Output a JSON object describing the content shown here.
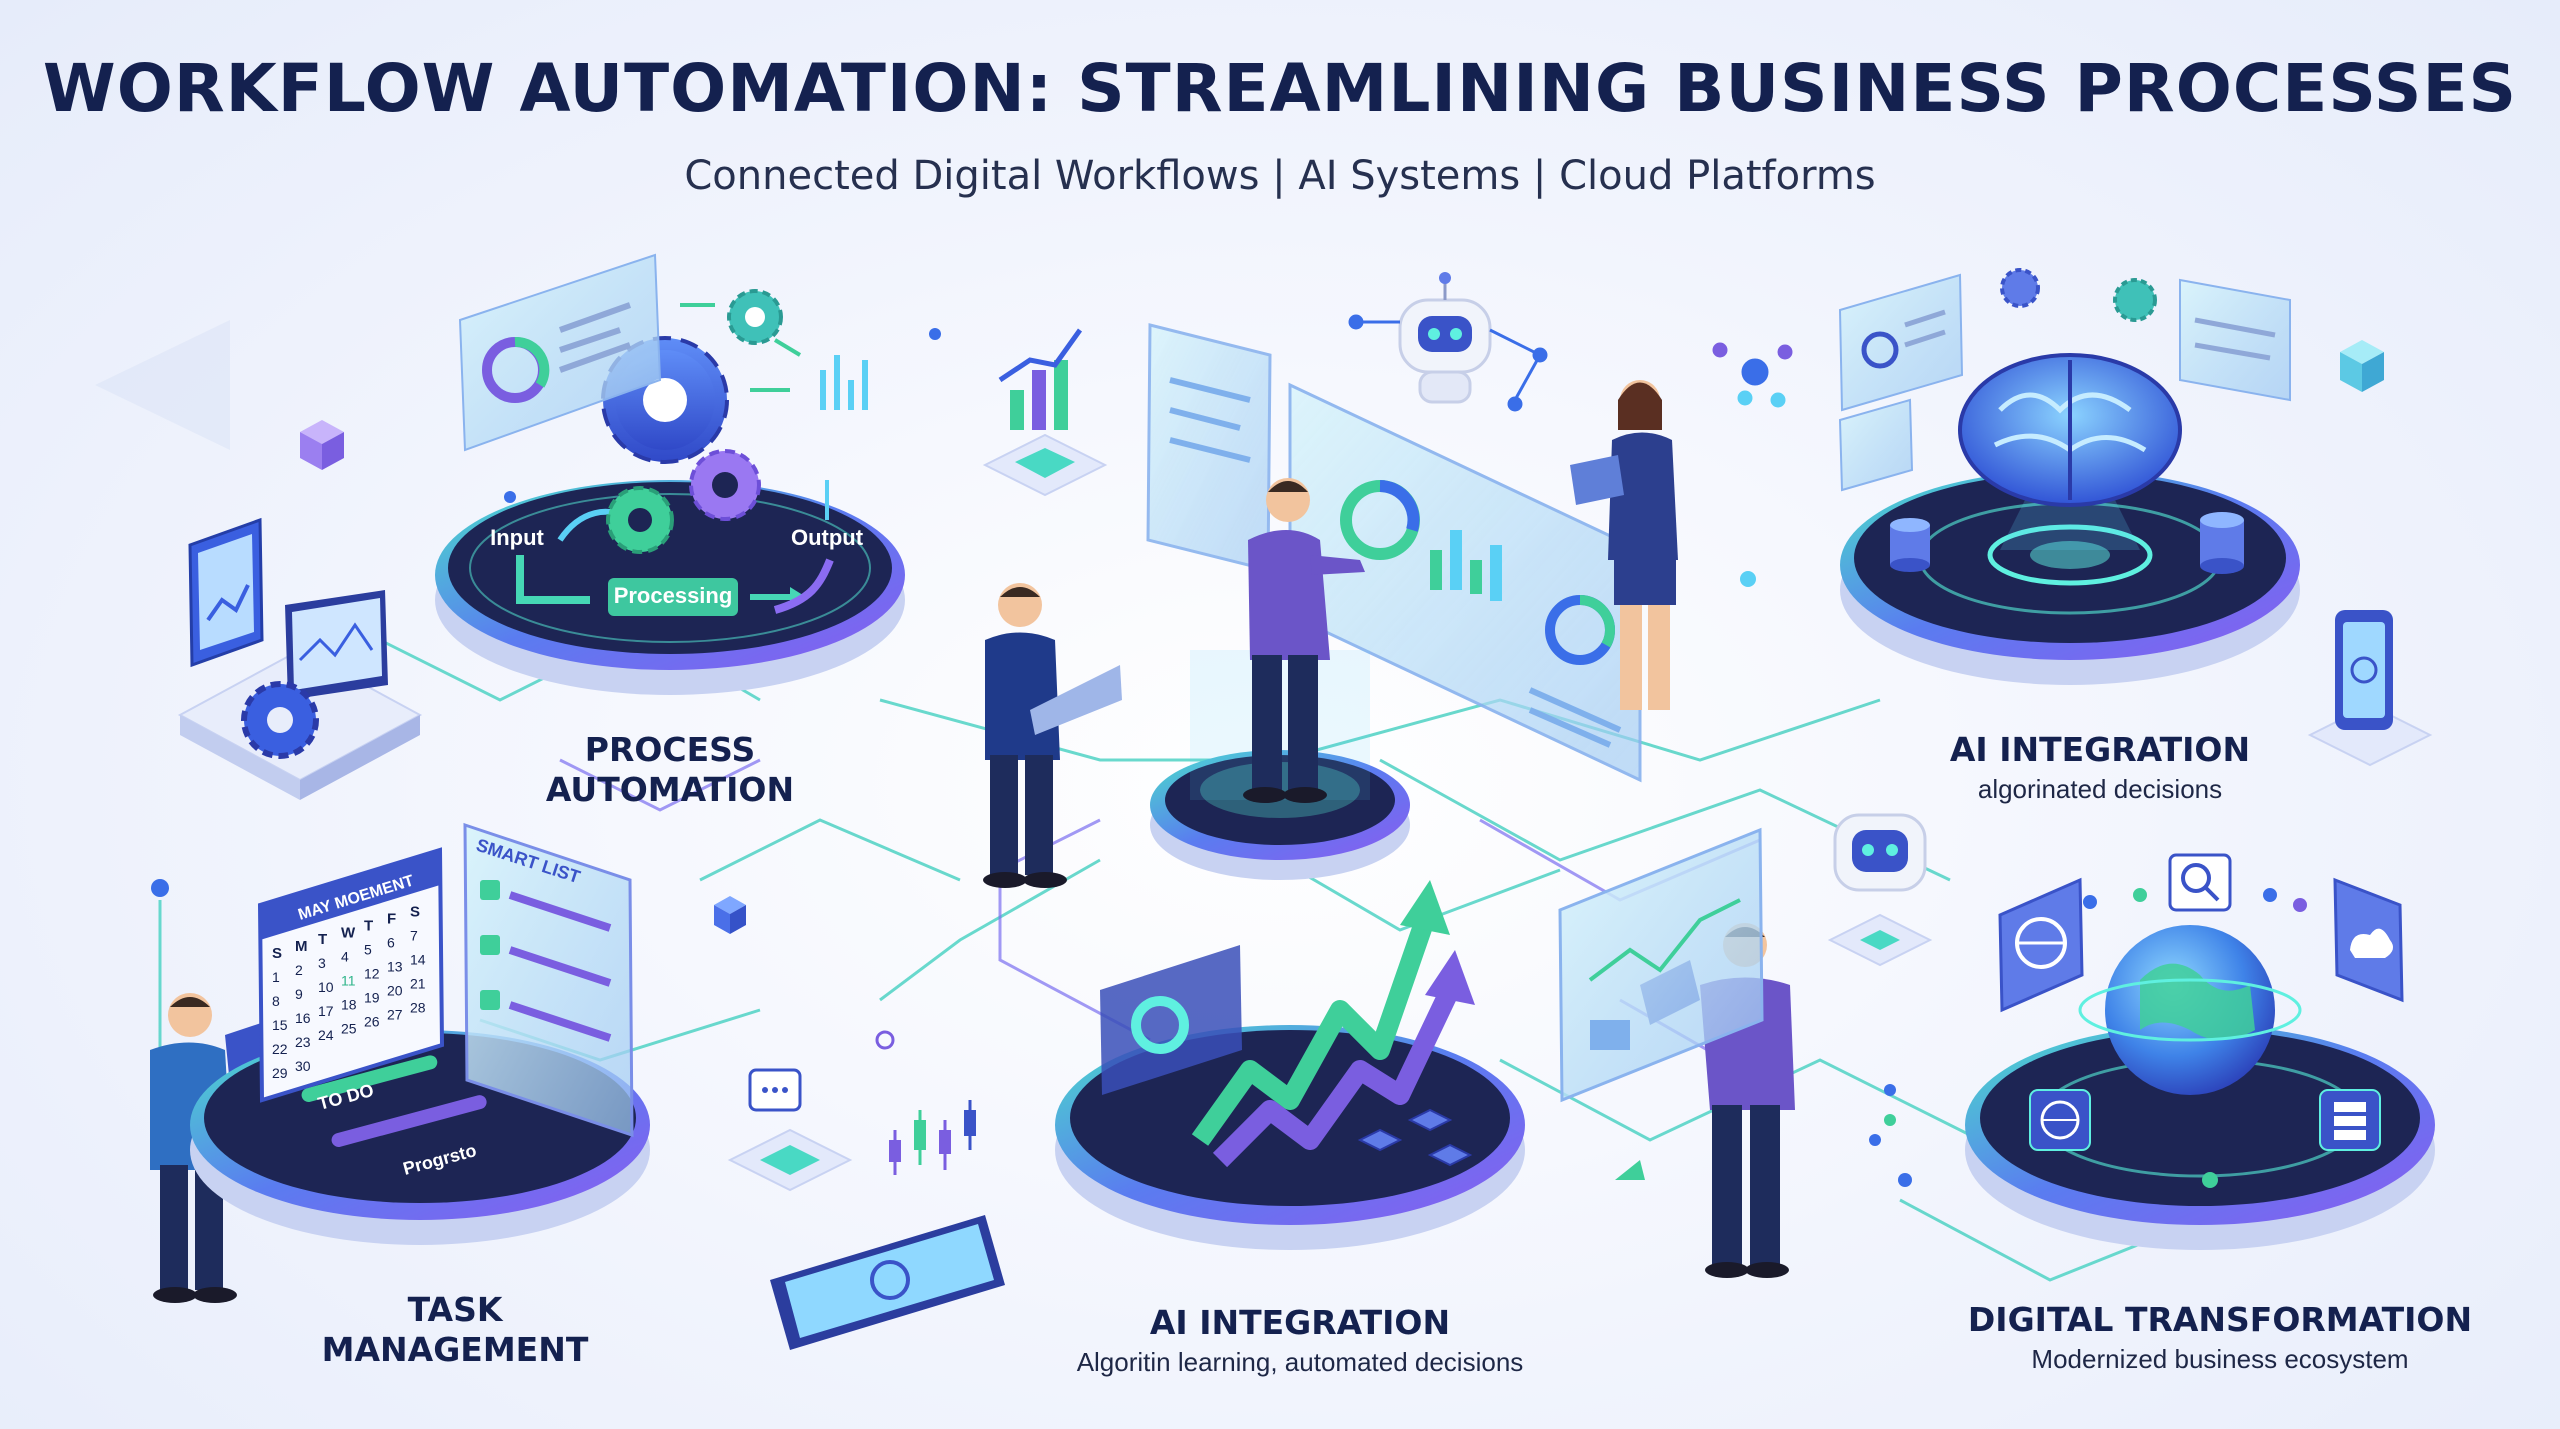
{
  "header": {
    "title": "WORKFLOW AUTOMATION: STREAMLINING BUSINESS PROCESSES",
    "subtitle": "Connected Digital Workflows | AI Systems | Cloud Platforms"
  },
  "sections": {
    "process": {
      "line1": "PROCESS",
      "line2": "AUTOMATION"
    },
    "ai_top": {
      "title": "AI INTEGRATION",
      "desc": "algorinated decisions"
    },
    "task": {
      "line1": "TASK",
      "line2": "MANAGEMENT"
    },
    "ai_bottom": {
      "title": "AI INTEGRATION",
      "desc": "Algoritin learning, automated decisions"
    },
    "digital": {
      "title": "DIGITAL TRANSFORMATION",
      "desc": "Modernized business ecosystem"
    }
  },
  "process_flow": {
    "input": "Input",
    "processing": "Processing",
    "output": "Output"
  },
  "task_board": {
    "calendar_header": "MAY MOEMENT",
    "weekdays": [
      "S",
      "M",
      "T",
      "W",
      "T",
      "F",
      "S"
    ],
    "dates": [
      "1",
      "2",
      "3",
      "4",
      "5",
      "6",
      "7",
      "8",
      "9",
      "10",
      "11",
      "12",
      "13",
      "14",
      "15",
      "16",
      "17",
      "18",
      "19",
      "20",
      "21",
      "22",
      "23",
      "24",
      "25",
      "26",
      "27",
      "28",
      "29",
      "30"
    ],
    "smart_list": "SMART LIST",
    "todo": "TO DO",
    "progress": "Progrsto"
  },
  "colors": {
    "navy": "#14214f",
    "teal": "#3fd6c0",
    "purple": "#7c5cf0",
    "blue": "#3a6ee8",
    "platform_dark": "#1b2350"
  }
}
